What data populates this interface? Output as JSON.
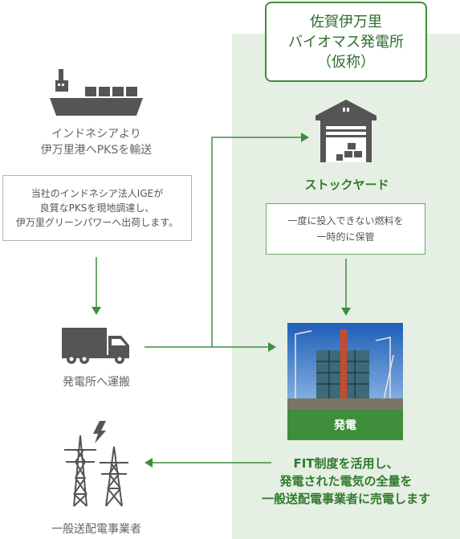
{
  "title": {
    "line1": "佐賀伊万里",
    "line2": "バイオマス発電所",
    "line3": "（仮称）"
  },
  "ship": {
    "label_line1": "インドネシアより",
    "label_line2": "伊万里港へPKSを輸送",
    "icon": "cargo-ship-icon"
  },
  "note_left": {
    "line1": "当社のインドネシア法人IGEが",
    "line2": "良質なPKSを現地調達し、",
    "line3": "伊万里グリーンパワーへ出荷します。"
  },
  "truck": {
    "label": "発電所へ運搬",
    "icon": "truck-icon"
  },
  "tower": {
    "label": "一般送配電事業者",
    "icon": "power-tower-icon"
  },
  "stockyard": {
    "label": "ストックヤード",
    "icon": "warehouse-icon"
  },
  "note_right": {
    "line1": "一度に投入できない燃料を",
    "line2": "一時的に保管"
  },
  "plant": {
    "caption": "発電"
  },
  "sell": {
    "line1": "FIT制度を活用し、",
    "line2": "発電された電気の全量を",
    "line3": "一般送配電事業者に売電します"
  },
  "colors": {
    "accent_green": "#3e8e3b",
    "panel_green": "#e6efe3",
    "icon_gray": "#555555"
  }
}
